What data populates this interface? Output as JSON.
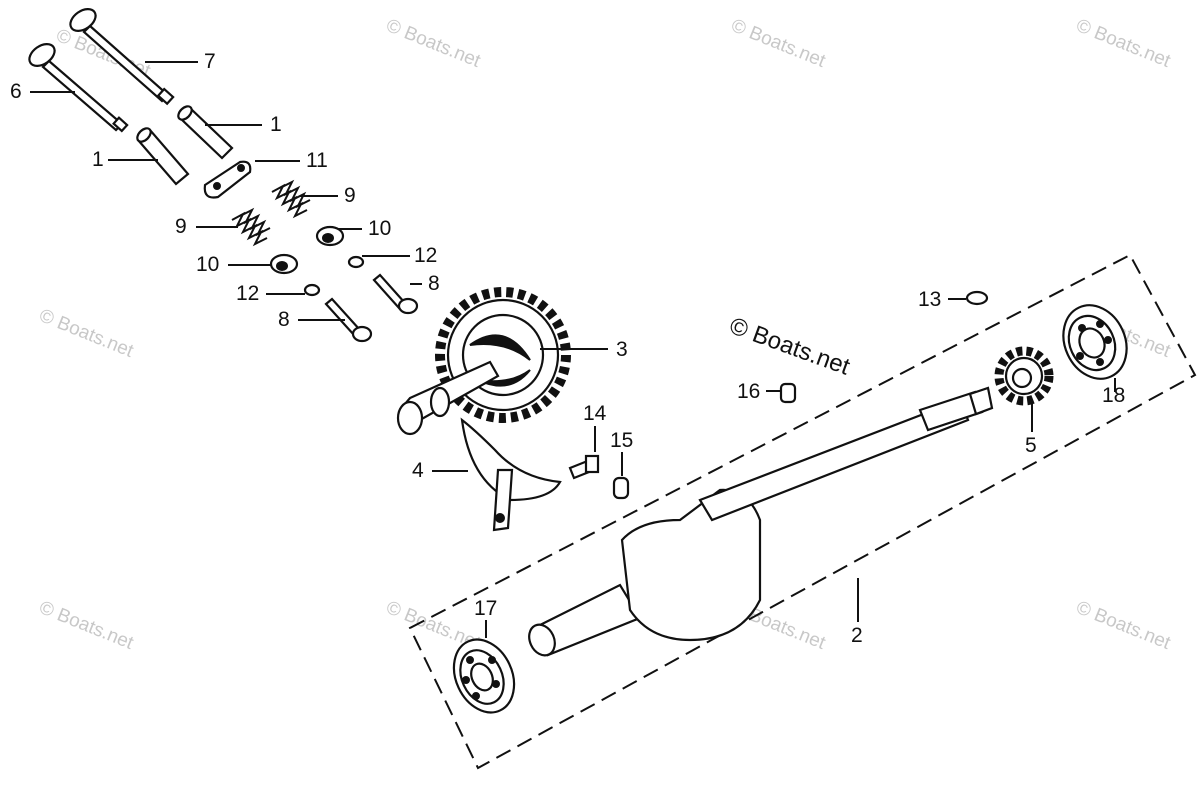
{
  "brand_label": "© Boats.net",
  "watermark_text": "© Boats.net",
  "callouts": [
    {
      "id": "c7",
      "label": "7"
    },
    {
      "id": "c6",
      "label": "6"
    },
    {
      "id": "c1a",
      "label": "1"
    },
    {
      "id": "c1b",
      "label": "1"
    },
    {
      "id": "c11",
      "label": "11"
    },
    {
      "id": "c9a",
      "label": "9"
    },
    {
      "id": "c9b",
      "label": "9"
    },
    {
      "id": "c10a",
      "label": "10"
    },
    {
      "id": "c10b",
      "label": "10"
    },
    {
      "id": "c12a",
      "label": "12"
    },
    {
      "id": "c12b",
      "label": "12"
    },
    {
      "id": "c8a",
      "label": "8"
    },
    {
      "id": "c8b",
      "label": "8"
    },
    {
      "id": "c3",
      "label": "3"
    },
    {
      "id": "c14",
      "label": "14"
    },
    {
      "id": "c15",
      "label": "15"
    },
    {
      "id": "c4",
      "label": "4"
    },
    {
      "id": "c13",
      "label": "13"
    },
    {
      "id": "c16",
      "label": "16"
    },
    {
      "id": "c18",
      "label": "18"
    },
    {
      "id": "c5",
      "label": "5"
    },
    {
      "id": "c2",
      "label": "2"
    },
    {
      "id": "c17",
      "label": "17"
    }
  ],
  "colors": {
    "ink": "#111111",
    "watermark": "#c8c8c8",
    "background": "#ffffff"
  }
}
